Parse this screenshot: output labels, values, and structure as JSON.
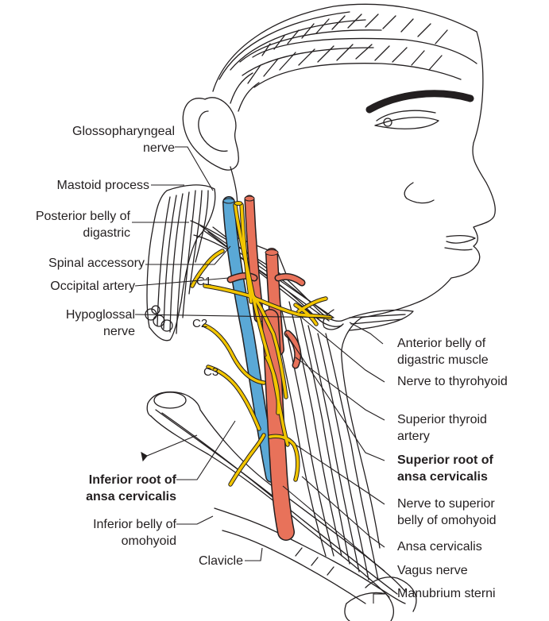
{
  "labels": {
    "glossopharyngeal_line1": "Glossopharyngeal",
    "glossopharyngeal_line2": "nerve",
    "mastoid_process": "Mastoid process",
    "posterior_belly_line1": "Posterior belly of",
    "posterior_belly_line2": "digastric",
    "spinal_accessory": "Spinal accessory",
    "occipital_artery": "Occipital artery",
    "hypoglossal_line1": "Hypoglossal",
    "hypoglossal_line2": "nerve",
    "c1": "C1",
    "c2": "C2",
    "c3": "C3",
    "anterior_belly_line1": "Anterior belly of",
    "anterior_belly_line2": "digastric muscle",
    "nerve_to_thyrohyoid": "Nerve to thyrohyoid",
    "superior_thyroid_line1": "Superior thyroid",
    "superior_thyroid_line2": "artery",
    "superior_root_line1": "Superior root of",
    "superior_root_line2": "ansa cervicalis",
    "inferior_root_line1": "Inferior root of",
    "inferior_root_line2": "ansa cervicalis",
    "inferior_belly_line1": "Inferior belly of",
    "inferior_belly_line2": "omohyoid",
    "nerve_superior_belly_line1": "Nerve to superior",
    "nerve_superior_belly_line2": "belly of omohyoid",
    "ansa_cervicalis": "Ansa cervicalis",
    "clavicle": "Clavicle",
    "vagus_nerve": "Vagus nerve",
    "manubrium_sterni": "Manubrium sterni"
  },
  "colors": {
    "nerve": "#f2c500",
    "artery": "#e8725a",
    "vein": "#5aa8d6",
    "outline": "#231f20",
    "text": "#231f20"
  }
}
